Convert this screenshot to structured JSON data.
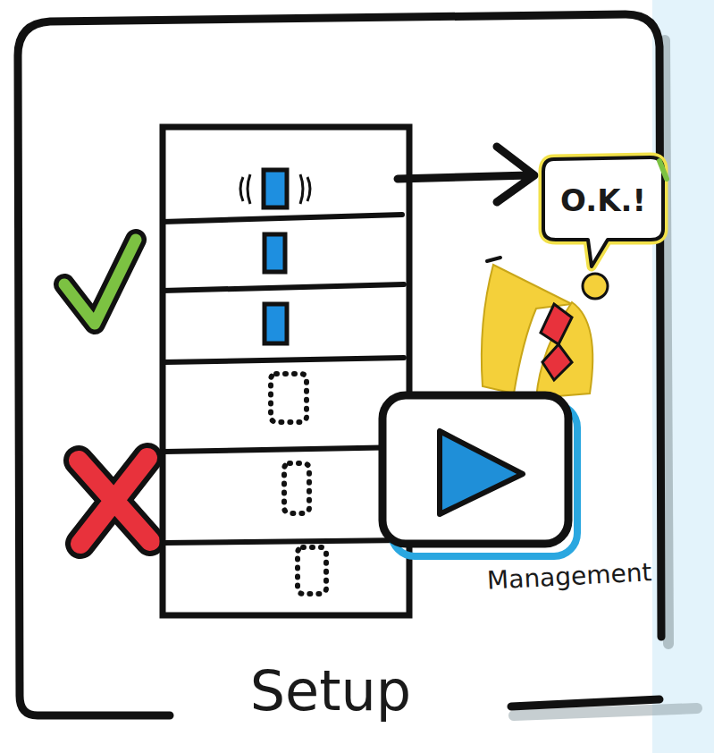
{
  "diagram": {
    "nodes": [
      {
        "text": [
          "Setup"
        ]
      },
      {
        "text": [
          "O.K.!"
        ],
        "in": 0
      }
    ],
    "labels": [
      "Management"
    ]
  }
}
